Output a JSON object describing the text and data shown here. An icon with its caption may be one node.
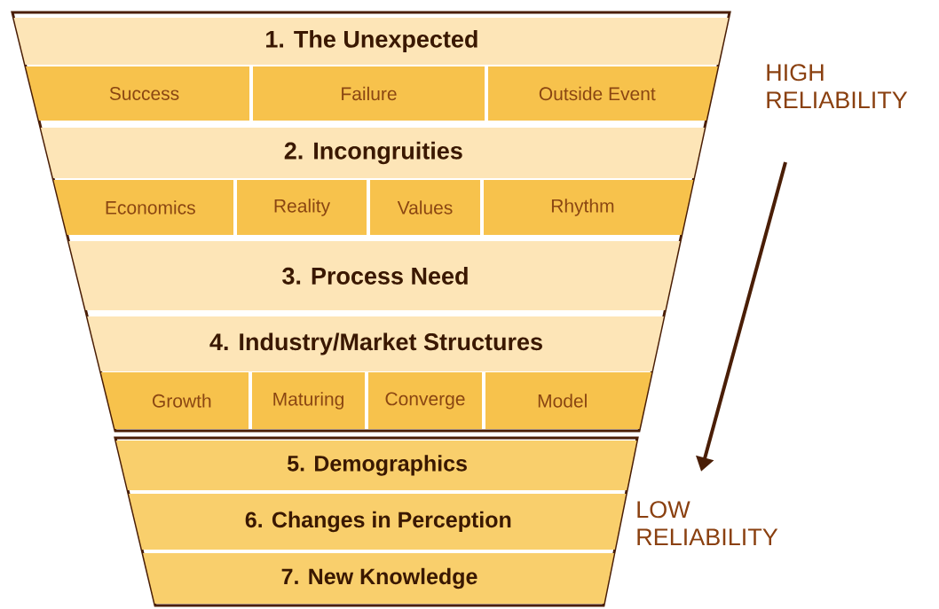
{
  "diagram": {
    "nodes": [
      {
        "text": [],
        "shape": "trapezoid"
      },
      {
        "text": [
          "1. The Unexpected"
        ],
        "in": 0
      },
      {
        "text": [
          "Success"
        ],
        "in": 0
      },
      {
        "text": [
          "Failure"
        ],
        "in": 0
      },
      {
        "text": [
          "Outside Event"
        ],
        "in": 0
      },
      {
        "text": [
          "2. Incongruities"
        ],
        "in": 0
      },
      {
        "text": [
          "Economics"
        ],
        "in": 0
      },
      {
        "text": [
          "Reality"
        ],
        "in": 0
      },
      {
        "text": [
          "Values"
        ],
        "in": 0
      },
      {
        "text": [
          "Rhythm"
        ],
        "in": 0
      },
      {
        "text": [
          "3. Process Need"
        ],
        "in": 0
      },
      {
        "text": [
          "4. Industry/Market Structures"
        ],
        "in": 0
      },
      {
        "text": [
          "Growth"
        ],
        "in": 0
      },
      {
        "text": [
          "Maturing"
        ],
        "in": 0
      },
      {
        "text": [
          "Converge"
        ],
        "in": 0
      },
      {
        "text": [
          "Model"
        ],
        "in": 0
      },
      {
        "text": [],
        "shape": "trapezoid"
      },
      {
        "text": [
          "5. Demographics"
        ],
        "in": 16
      },
      {
        "text": [
          "6. Changes in Perception"
        ],
        "in": 16
      },
      {
        "text": [
          "7. New Knowledge"
        ],
        "in": 16
      }
    ],
    "labels": [
      "HIGH RELIABILITY",
      "LOW RELIABILITY"
    ]
  }
}
